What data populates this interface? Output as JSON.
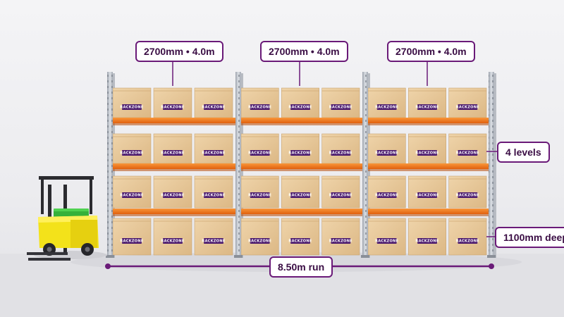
{
  "bay_callouts": [
    {
      "text": "2700mm • 4.0m"
    },
    {
      "text": "2700mm • 4.0m"
    },
    {
      "text": "2700mm • 4.0m"
    }
  ],
  "levels_callout": "4 levels",
  "depth_callout": "1100mm deep",
  "run_callout": "8.50m run",
  "box_label": "RACKZONE",
  "colors": {
    "accent": "#6a1a78",
    "beam": "#f07a1e",
    "box": "#e8c89a",
    "upright": "#b9bec6",
    "forklift_body": "#f3e21a",
    "forklift_load": "#35b13a"
  }
}
